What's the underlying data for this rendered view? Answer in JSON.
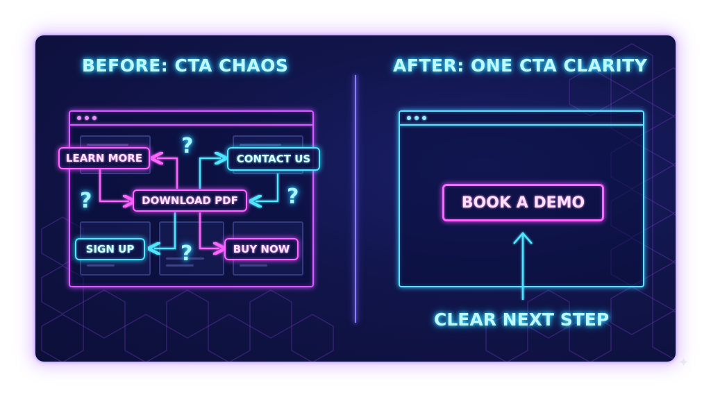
{
  "before": {
    "title": "BEFORE: CTA CHAOS",
    "buttons": {
      "learn_more": "LEARN MORE",
      "contact_us": "CONTACT US",
      "download_pdf": "DOWNLOAD PDF",
      "sign_up": "SIGN UP",
      "buy_now": "BUY NOW"
    },
    "question_mark": "?"
  },
  "after": {
    "title": "AFTER: ONE CTA CLARITY",
    "cta_label": "BOOK A DEMO",
    "caption": "CLEAR NEXT STEP"
  },
  "colors": {
    "background": "#11154a",
    "cyan_neon": "#4fe6ff",
    "pink_neon": "#ff66ff",
    "divider": "#8a7cff"
  }
}
